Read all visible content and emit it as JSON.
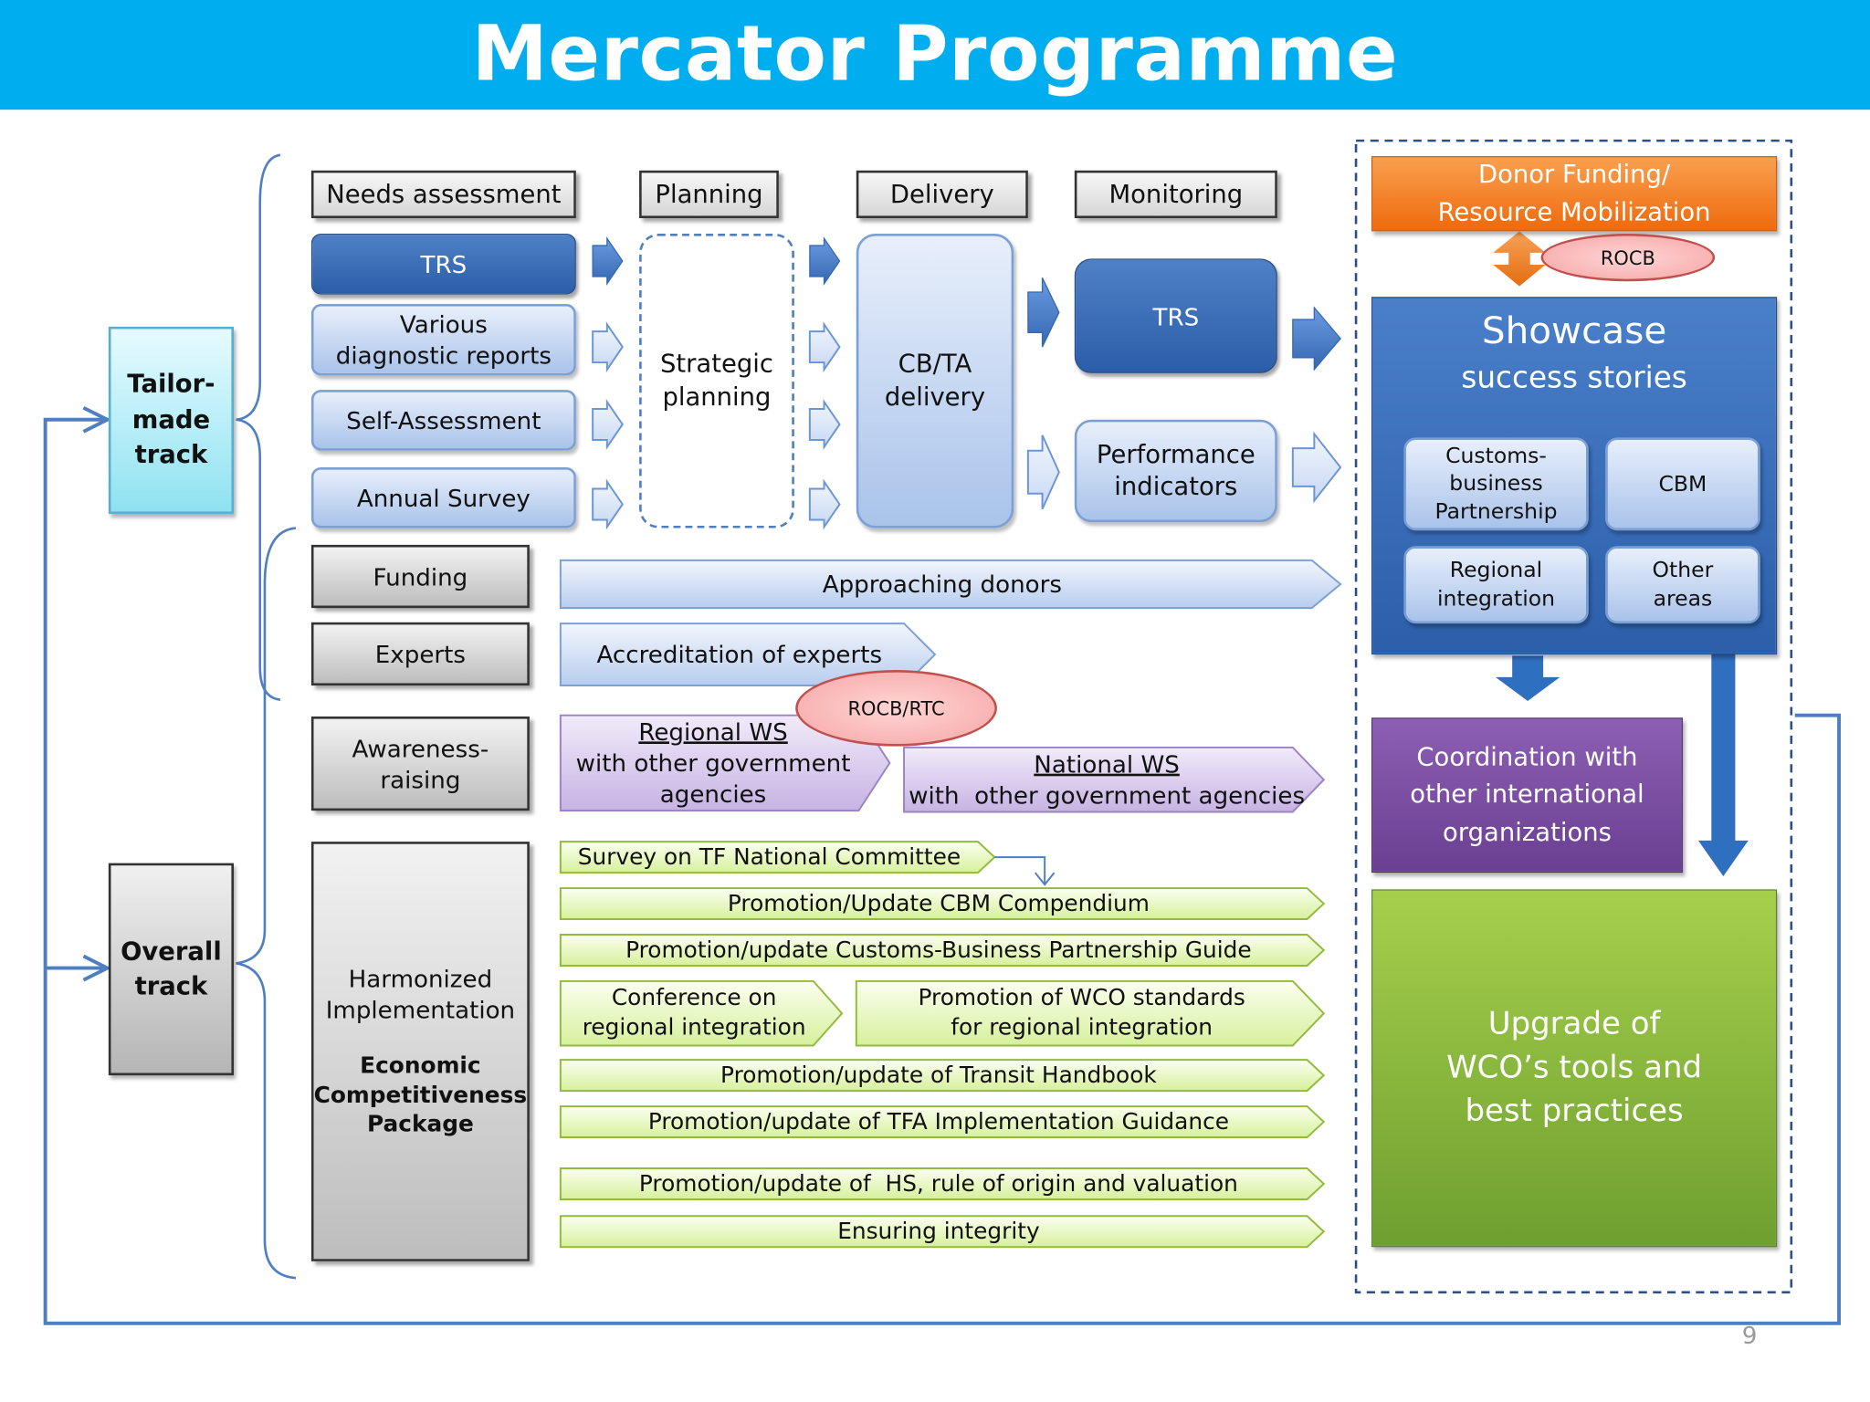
{
  "title": "Mercator Programme",
  "tracks": {
    "tailor_made": "Tailor-\nmade\ntrack",
    "overall": "Overall\ntrack"
  },
  "phases": [
    "Needs assessment",
    "Planning",
    "Delivery",
    "Monitoring"
  ],
  "needs_items": [
    "TRS",
    "Various\ndiagnostic reports",
    "Self-Assessment",
    "Annual Survey"
  ],
  "strategic_planning": "Strategic\nplanning",
  "delivery_box": "CB/TA\ndelivery",
  "monitoring_trs": "TRS",
  "performance": "Performance\nindicators",
  "left_categories": {
    "funding": "Funding",
    "experts": "Experts",
    "awareness": "Awareness-\nraising"
  },
  "approaching_donors": "Approaching donors",
  "accreditation": "Accreditation of experts",
  "rocb_rtc": "ROCB/RTC",
  "regional_ws": {
    "title": "Regional WS",
    "sub": "with other government\nagencies"
  },
  "national_ws": {
    "title": "National WS",
    "sub": "with  other government agencies"
  },
  "harmonized": {
    "line1": "Harmonized\nImplementation",
    "line2": "Economic\nCompetitiveness\nPackage"
  },
  "green_items": [
    "Survey on TF National Committee",
    "Promotion/Update CBM Compendium",
    "Promotion/update Customs-Business Partnership Guide",
    "Conference on\nregional integration",
    "Promotion of WCO standards\nfor regional integration",
    "Promotion/update of Transit Handbook",
    "Promotion/update of TFA Implementation Guidance",
    "Promotion/update of  HS, rule of origin and valuation",
    "Ensuring integrity"
  ],
  "donor_funding": "Donor Funding/\nResource Mobilization",
  "rocb": "ROCB",
  "showcase": {
    "title": "Showcase",
    "subtitle": "success stories"
  },
  "showcase_items": [
    "Customs-\nbusiness\nPartnership",
    "CBM",
    "Regional\nintegration",
    "Other\nareas"
  ],
  "coordination": "Coordination with\nother international\norganizations",
  "upgrade": "Upgrade of\nWCO’s tools and\nbest practices",
  "page_number": "9",
  "colors": {
    "header_bar": "#00b0f0",
    "orange": "#f47920",
    "purple": "#7a4a9f",
    "green": "#7db03b",
    "blue": "#2e6ab5"
  }
}
